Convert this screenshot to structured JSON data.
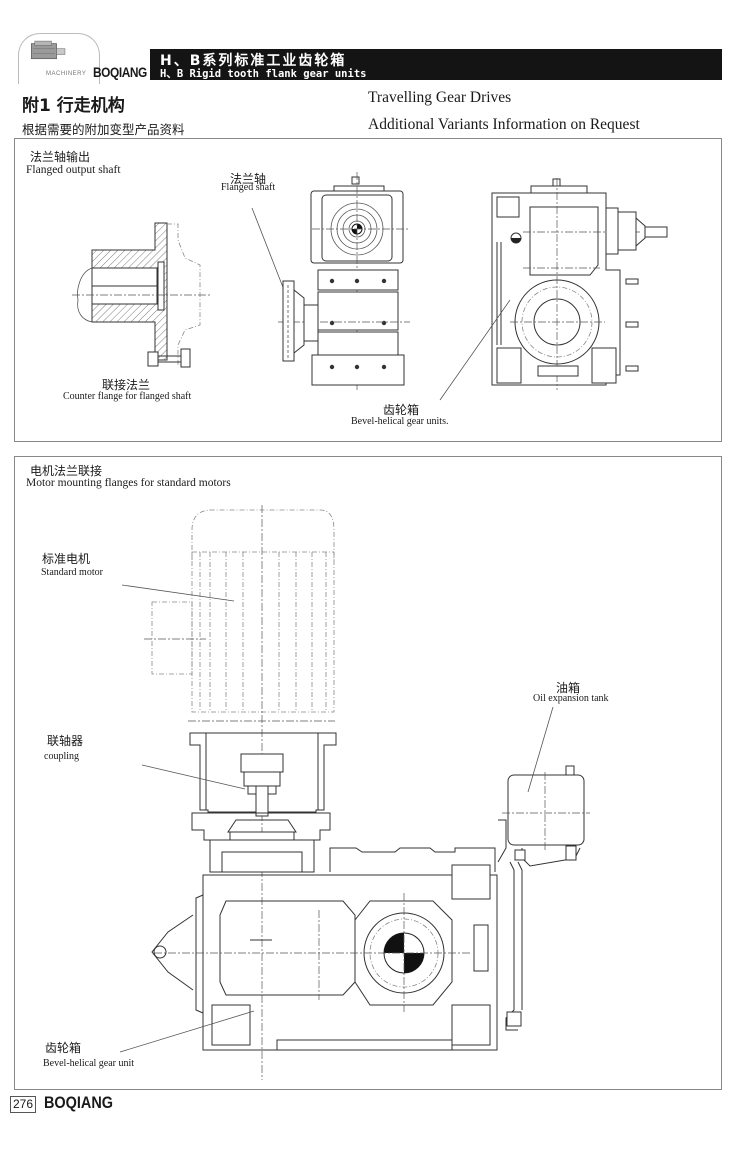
{
  "header": {
    "brand_small": "MACHINERY",
    "brand": "BOQIANG",
    "series_cn": "H、B系列标准工业齿轮箱",
    "series_en": "H、B Rigid tooth flank gear units"
  },
  "page": {
    "title_cn": "附1 行走机构",
    "title_en": "Travelling Gear Drives",
    "subtitle_cn": "根据需要的附加变型产品资料",
    "subtitle_en": "Additional Variants Information on Request"
  },
  "section1": {
    "heading_cn": "法兰轴输出",
    "heading_en": "Flanged output shaft",
    "labels": {
      "flanged_shaft_cn": "法兰轴",
      "flanged_shaft_en": "Flanged shaft",
      "counter_flange_cn": "联接法兰",
      "counter_flange_en": "Counter flange for flanged shaft",
      "gear_units_cn": "齿轮箱",
      "gear_units_en": "Bevel-helical gear units."
    }
  },
  "section2": {
    "heading_cn": "电机法兰联接",
    "heading_en": "Motor mounting flanges for standard motors",
    "labels": {
      "motor_cn": "标准电机",
      "motor_en": "Standard motor",
      "coupling_cn": "联轴器",
      "coupling_en": "coupling",
      "oil_tank_cn": "油箱",
      "oil_tank_en": "Oil expansion tank",
      "gear_unit_cn": "齿轮箱",
      "gear_unit_en": "Bevel-helical gear unit"
    }
  },
  "footer": {
    "page_number": "276",
    "brand": "BOQIANG"
  }
}
